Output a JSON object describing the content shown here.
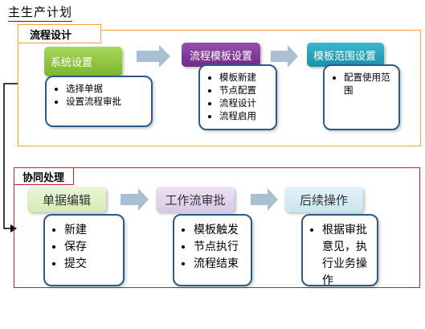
{
  "title": "主生产计划",
  "colors": {
    "top_frame": "#f5a33a",
    "bottom_frame": "#c8202a",
    "box_border": "#2e5a8a",
    "arrow": "#a9bfd4"
  },
  "sections": [
    {
      "label": "流程设计",
      "steps": [
        {
          "header": "系统设置",
          "items": [
            "选择单据",
            "设置流程审批"
          ]
        },
        {
          "header": "流程模板设置",
          "items": [
            "模板新建",
            "节点配置",
            "流程设计",
            "流程启用"
          ]
        },
        {
          "header": "模板范围设置",
          "items": [
            "配置使用范围"
          ]
        }
      ]
    },
    {
      "label": "协同处理",
      "steps": [
        {
          "header": "单据编辑",
          "items": [
            "新建",
            "保存",
            "提交"
          ]
        },
        {
          "header": "工作流审批",
          "items": [
            "模板触发",
            "节点执行",
            "流程结束"
          ]
        },
        {
          "header": "后续操作",
          "items": [
            "根据审批意见，执行业务操作"
          ]
        }
      ]
    }
  ]
}
